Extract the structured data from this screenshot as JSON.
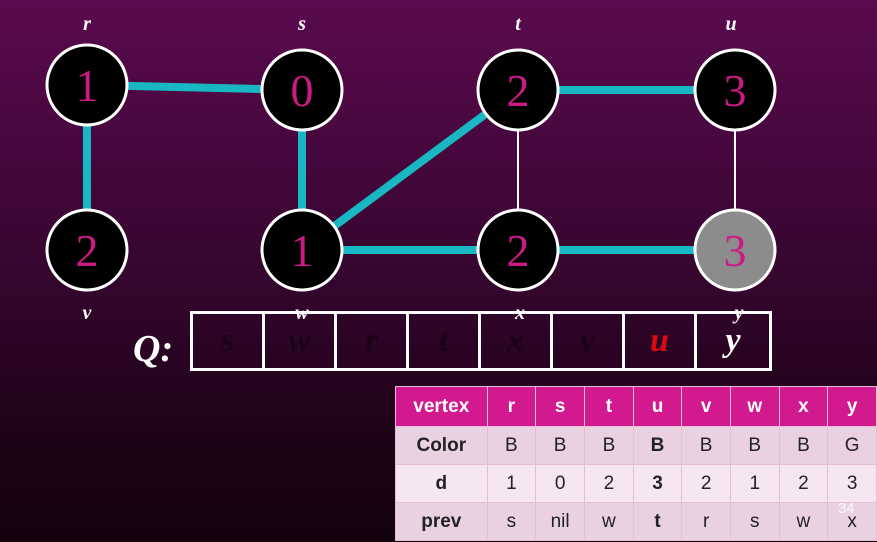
{
  "nodes": [
    {
      "id": "r",
      "d": "1",
      "fill": "#000000",
      "digit": "#cc1a84"
    },
    {
      "id": "s",
      "d": "0",
      "fill": "#000000",
      "digit": "#cc1a84"
    },
    {
      "id": "t",
      "d": "2",
      "fill": "#000000",
      "digit": "#cc1a84"
    },
    {
      "id": "u",
      "d": "3",
      "fill": "#000000",
      "digit": "#cc1a84"
    },
    {
      "id": "v",
      "d": "2",
      "fill": "#000000",
      "digit": "#cc1a84"
    },
    {
      "id": "w",
      "d": "1",
      "fill": "#000000",
      "digit": "#cc1a84"
    },
    {
      "id": "x",
      "d": "2",
      "fill": "#000000",
      "digit": "#cc1a84"
    },
    {
      "id": "y",
      "d": "3",
      "fill": "#8c8c8c",
      "digit": "#cc1a84"
    }
  ],
  "edges": [
    {
      "from": "r",
      "to": "s",
      "tree": true
    },
    {
      "from": "r",
      "to": "v",
      "tree": true
    },
    {
      "from": "s",
      "to": "w",
      "tree": true
    },
    {
      "from": "w",
      "to": "t",
      "tree": true
    },
    {
      "from": "w",
      "to": "x",
      "tree": true
    },
    {
      "from": "t",
      "to": "x",
      "tree": false
    },
    {
      "from": "t",
      "to": "u",
      "tree": true
    },
    {
      "from": "u",
      "to": "y",
      "tree": false
    },
    {
      "from": "x",
      "to": "y",
      "tree": true
    }
  ],
  "colors": {
    "tree_edge": "#19b7c4",
    "other_edge": "#ffffff",
    "node_stroke": "#ffffff"
  },
  "queue": {
    "label": "Q:",
    "items": [
      "s",
      "w",
      "r",
      "t",
      "x",
      "v",
      "u",
      "y"
    ],
    "current": "u",
    "tail": "y"
  },
  "table": {
    "headers": [
      "vertex",
      "r",
      "s",
      "t",
      "u",
      "v",
      "w",
      "x",
      "y"
    ],
    "rows": [
      {
        "label": "Color",
        "values": [
          "B",
          "B",
          "B",
          "B",
          "B",
          "B",
          "B",
          "G"
        ]
      },
      {
        "label": "d",
        "values": [
          "1",
          "0",
          "2",
          "3",
          "2",
          "1",
          "2",
          "3"
        ]
      },
      {
        "label": "prev",
        "values": [
          "s",
          "nil",
          "w",
          "t",
          "r",
          "s",
          "w",
          "x"
        ]
      }
    ],
    "highlight_column": "u"
  },
  "page_number": "34"
}
